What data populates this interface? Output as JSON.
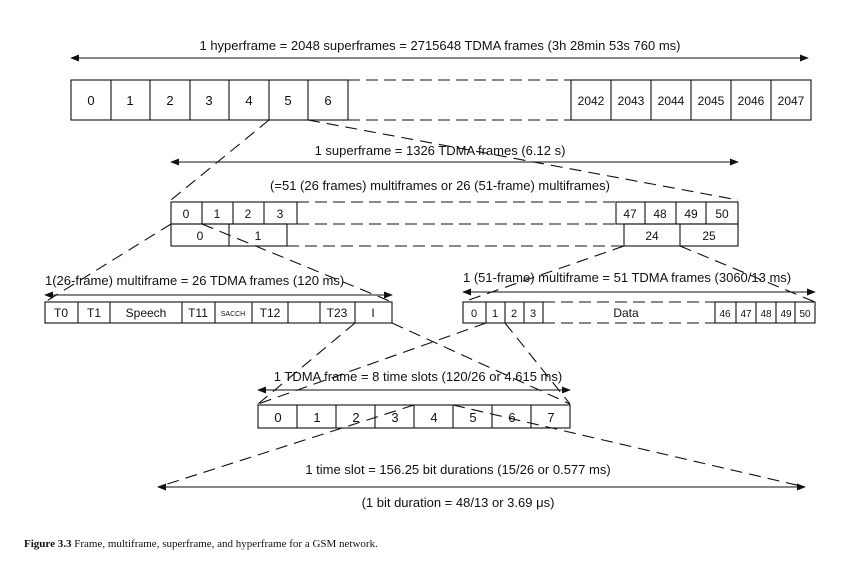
{
  "colors": {
    "ink": "#111111",
    "background": "#ffffff"
  },
  "hyperframe": {
    "label": "1 hyperframe = 2048 superframes = 2715648 TDMA frames (3h 28min 53s 760 ms)",
    "left_cells": [
      "0",
      "1",
      "2",
      "3",
      "4",
      "5",
      "6"
    ],
    "right_cells": [
      "2042",
      "2043",
      "2044",
      "2045",
      "2046",
      "2047"
    ]
  },
  "superframe": {
    "label": "1 superframe = 1326 TDMA frames (6.12 s)",
    "sublabel": "(=51 (26 frames) multiframes or 26 (51-frame) multiframes)",
    "left_top": [
      "0",
      "1",
      "2",
      "3"
    ],
    "left_bottom": [
      "0",
      "1"
    ],
    "right_top": [
      "47",
      "48",
      "49",
      "50"
    ],
    "right_bottom": [
      "24",
      "25"
    ]
  },
  "multiframe26": {
    "label": "1(26-frame) multiframe = 26 TDMA frames (120 ms)",
    "cells": [
      "T0",
      "T1",
      "Speech",
      "T11",
      "SACCH",
      "T12",
      "",
      "T23",
      "I"
    ]
  },
  "multiframe51": {
    "label": "1 (51-frame) multiframe = 51 TDMA frames (3060/13 ms)",
    "left_cells": [
      "0",
      "1",
      "2",
      "3"
    ],
    "data_label": "Data",
    "right_cells": [
      "46",
      "47",
      "48",
      "49",
      "50"
    ]
  },
  "tdma_frame": {
    "label": "1 TDMA frame = 8 time slots (120/26 or 4.615 ms)",
    "cells": [
      "0",
      "1",
      "2",
      "3",
      "4",
      "5",
      "6",
      "7"
    ]
  },
  "time_slot": {
    "label": "1 time slot = 156.25 bit durations (15/26 or 0.577 ms)",
    "bit_label": "(1 bit duration = 48/13 or 3.69 μs)"
  },
  "caption": {
    "prefix": "Figure 3.3",
    "text": "Frame, multiframe, superframe, and hyperframe for a GSM network."
  }
}
